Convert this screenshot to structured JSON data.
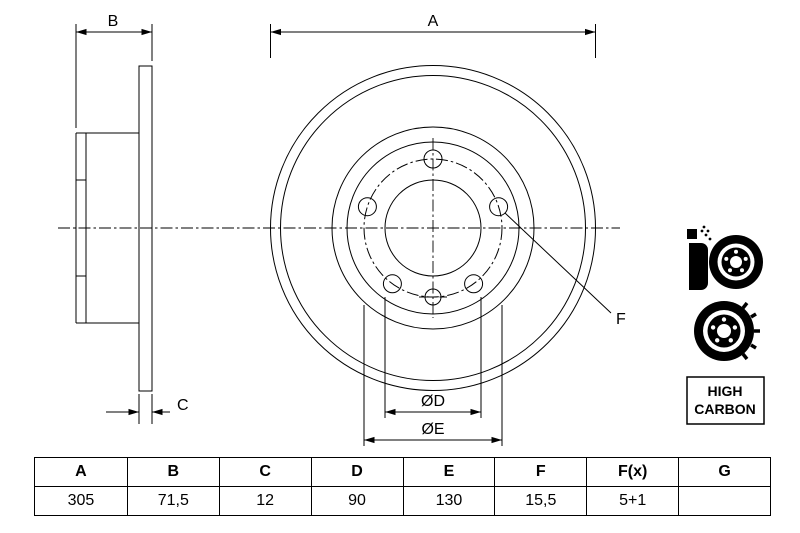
{
  "drawing": {
    "labels": {
      "a": "A",
      "b": "B",
      "c": "C",
      "d": "ØD",
      "e": "ØE",
      "f": "F"
    },
    "badge": {
      "line1": "HIGH",
      "line2": "CARBON"
    }
  },
  "icons": {
    "pad": "brake-pad-icon",
    "disc": "brake-disc-icon",
    "disc_hub": "brake-disc-hub-icon",
    "badge": "high-carbon-badge"
  },
  "table": {
    "headers": [
      "A",
      "B",
      "C",
      "D",
      "E",
      "F",
      "F(x)",
      "G"
    ],
    "values": [
      "305",
      "71,5",
      "12",
      "90",
      "130",
      "15,5",
      "5+1",
      ""
    ]
  },
  "colors": {
    "line": "#000000",
    "background": "#ffffff"
  }
}
